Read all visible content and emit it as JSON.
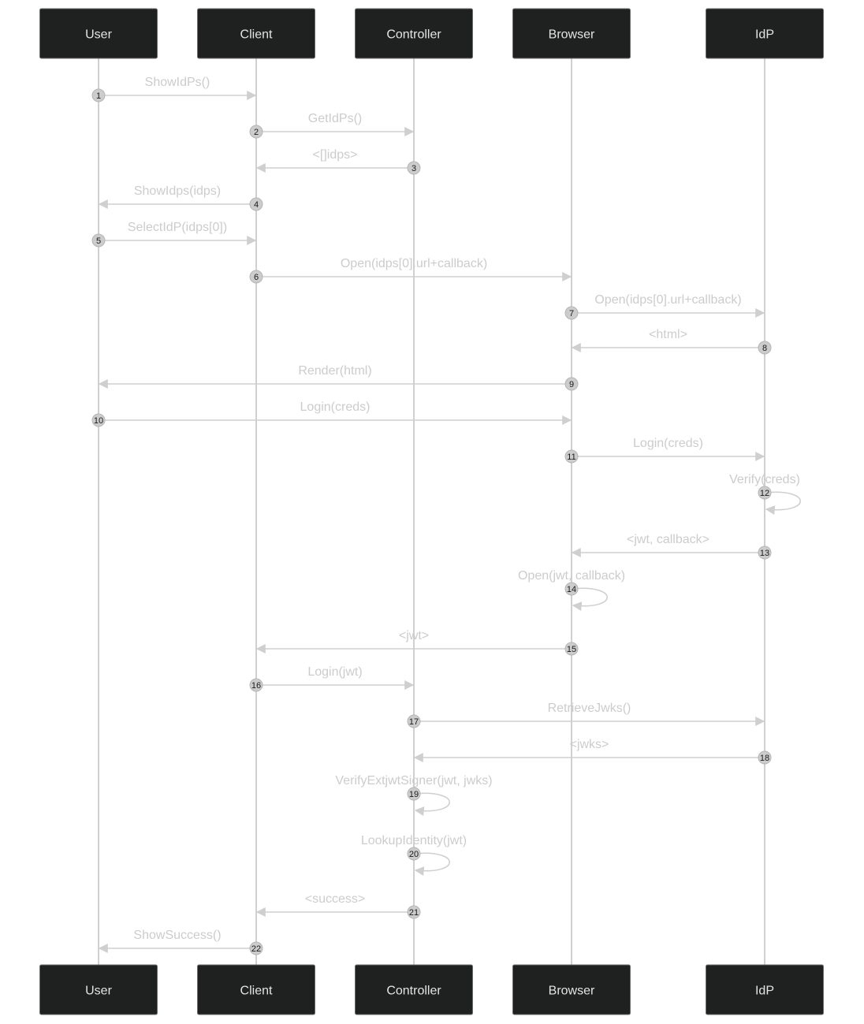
{
  "participants": [
    {
      "id": "user",
      "label": "User"
    },
    {
      "id": "client",
      "label": "Client"
    },
    {
      "id": "controller",
      "label": "Controller"
    },
    {
      "id": "browser",
      "label": "Browser"
    },
    {
      "id": "idp",
      "label": "IdP"
    }
  ],
  "messages": [
    {
      "n": "1",
      "from": "user",
      "to": "client",
      "label": "ShowIdPs()"
    },
    {
      "n": "2",
      "from": "client",
      "to": "controller",
      "label": "GetIdPs()"
    },
    {
      "n": "3",
      "from": "controller",
      "to": "client",
      "label": "<[]idps>"
    },
    {
      "n": "4",
      "from": "client",
      "to": "user",
      "label": "ShowIdps(idps)"
    },
    {
      "n": "5",
      "from": "user",
      "to": "client",
      "label": "SelectIdP(idps[0])"
    },
    {
      "n": "6",
      "from": "client",
      "to": "browser",
      "label": "Open(idps[0].url+callback)"
    },
    {
      "n": "7",
      "from": "browser",
      "to": "idp",
      "label": "Open(idps[0].url+callback)"
    },
    {
      "n": "8",
      "from": "idp",
      "to": "browser",
      "label": "<html>"
    },
    {
      "n": "9",
      "from": "browser",
      "to": "user",
      "label": "Render(html)"
    },
    {
      "n": "10",
      "from": "user",
      "to": "browser",
      "label": "Login(creds)"
    },
    {
      "n": "11",
      "from": "browser",
      "to": "idp",
      "label": "Login(creds)"
    },
    {
      "n": "12",
      "from": "idp",
      "to": "idp",
      "label": "Verify(creds)"
    },
    {
      "n": "13",
      "from": "idp",
      "to": "browser",
      "label": "<jwt, callback>"
    },
    {
      "n": "14",
      "from": "browser",
      "to": "browser",
      "label": "Open(jwt, callback)"
    },
    {
      "n": "15",
      "from": "browser",
      "to": "client",
      "label": "<jwt>"
    },
    {
      "n": "16",
      "from": "client",
      "to": "controller",
      "label": "Login(jwt)"
    },
    {
      "n": "17",
      "from": "controller",
      "to": "idp",
      "label": "RetrieveJwks()"
    },
    {
      "n": "18",
      "from": "idp",
      "to": "controller",
      "label": "<jwks>"
    },
    {
      "n": "19",
      "from": "controller",
      "to": "controller",
      "label": "VerifyExtjwtSigner(jwt, jwks)"
    },
    {
      "n": "20",
      "from": "controller",
      "to": "controller",
      "label": "LookupIdentity(jwt)"
    },
    {
      "n": "21",
      "from": "controller",
      "to": "client",
      "label": "<success>"
    },
    {
      "n": "22",
      "from": "client",
      "to": "user",
      "label": "ShowSuccess()"
    }
  ]
}
